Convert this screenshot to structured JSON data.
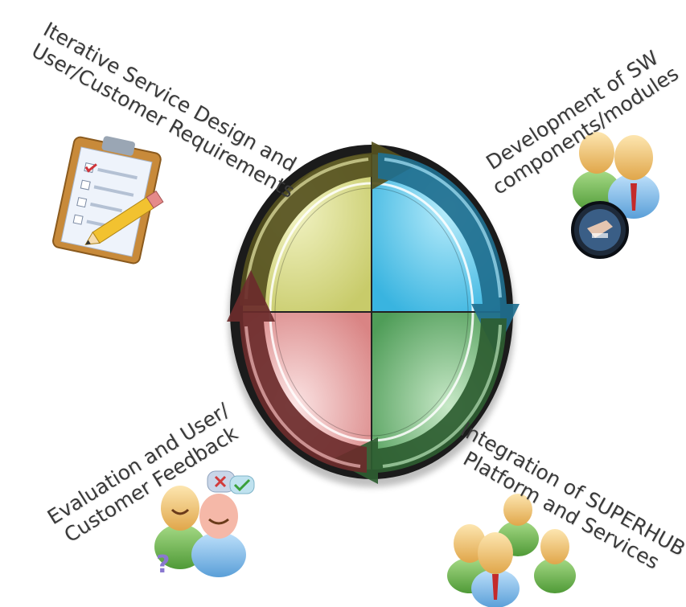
{
  "stages": [
    {
      "id": "top-left",
      "label_lines": [
        "Iterative Service Design and",
        "User/Customer Requirements"
      ],
      "icon": "clipboard-pencil-icon",
      "color": "#d9dc8a"
    },
    {
      "id": "top-right",
      "label_lines": [
        "Development of SW",
        "components/modules"
      ],
      "icon": "developers-icon",
      "color": "#5cc4e8"
    },
    {
      "id": "bottom-right",
      "label_lines": [
        "Integration of SUPERHUB",
        "Platform and Services"
      ],
      "icon": "team-group-icon",
      "color": "#5faa68"
    },
    {
      "id": "bottom-left",
      "label_lines": [
        "Evaluation and User/",
        "Customer Feedback"
      ],
      "icon": "feedback-users-icon",
      "color": "#e8a3a3"
    }
  ],
  "cycle": {
    "direction": "clockwise",
    "arrow_colors": [
      "#3f3a1e",
      "#1d6f8f",
      "#2f5f33",
      "#6a2a2a"
    ]
  }
}
